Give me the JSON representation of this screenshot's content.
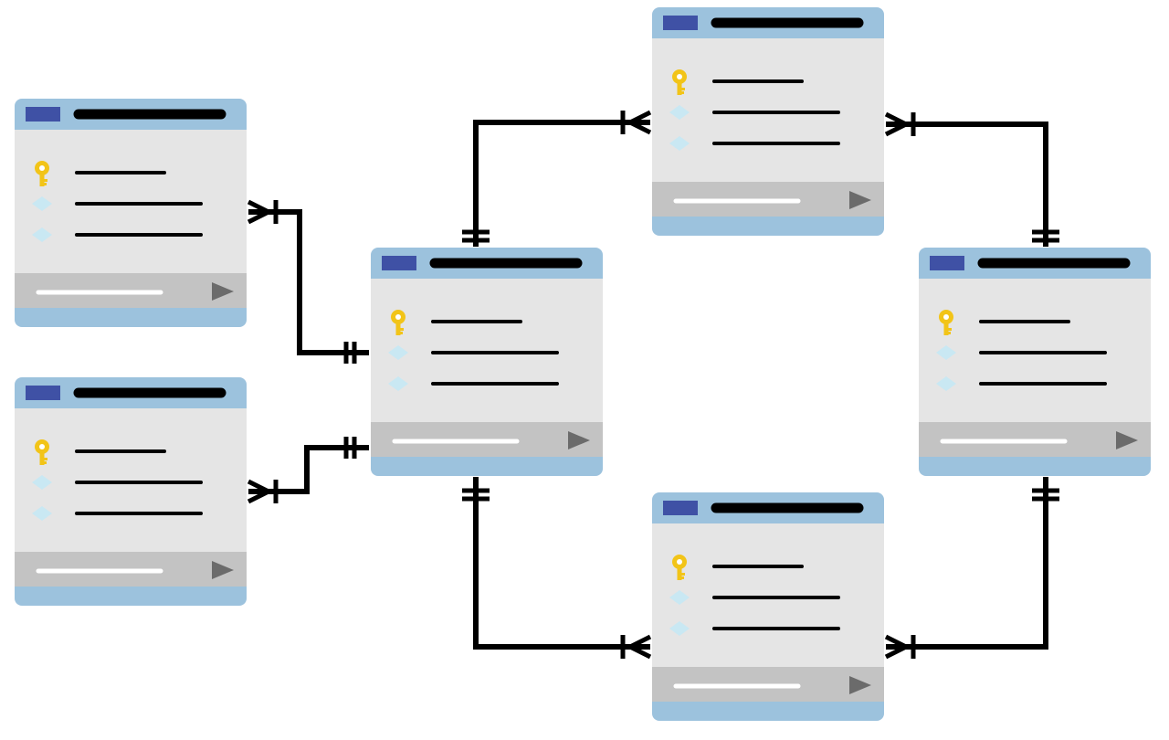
{
  "diagram": {
    "kind": "entity-relationship",
    "colors": {
      "header": "#9cc2dd",
      "body": "#e5e5e5",
      "footer": "#c3c3c3",
      "badge": "#3f51a5",
      "key": "#f2c418",
      "attribute": "#c9e8f3",
      "line": "#000000"
    },
    "entities": [
      {
        "id": "left-top",
        "fields": [
          {
            "icon": "key-icon"
          },
          {
            "icon": "diamond-icon"
          },
          {
            "icon": "diamond-icon"
          }
        ],
        "footer_icon": "play-icon"
      },
      {
        "id": "left-bottom",
        "fields": [
          {
            "icon": "key-icon"
          },
          {
            "icon": "diamond-icon"
          },
          {
            "icon": "diamond-icon"
          }
        ],
        "footer_icon": "play-icon"
      },
      {
        "id": "center",
        "fields": [
          {
            "icon": "key-icon"
          },
          {
            "icon": "diamond-icon"
          },
          {
            "icon": "diamond-icon"
          }
        ],
        "footer_icon": "play-icon"
      },
      {
        "id": "top",
        "fields": [
          {
            "icon": "key-icon"
          },
          {
            "icon": "diamond-icon"
          },
          {
            "icon": "diamond-icon"
          }
        ],
        "footer_icon": "play-icon"
      },
      {
        "id": "right",
        "fields": [
          {
            "icon": "key-icon"
          },
          {
            "icon": "diamond-icon"
          },
          {
            "icon": "diamond-icon"
          }
        ],
        "footer_icon": "play-icon"
      },
      {
        "id": "bottom",
        "fields": [
          {
            "icon": "key-icon"
          },
          {
            "icon": "diamond-icon"
          },
          {
            "icon": "diamond-icon"
          }
        ],
        "footer_icon": "play-icon"
      }
    ],
    "relationships": [
      {
        "from": "left-top",
        "to": "center",
        "from_end": "one-or-many",
        "to_end": "exactly-one"
      },
      {
        "from": "left-bottom",
        "to": "center",
        "from_end": "one-or-many",
        "to_end": "exactly-one"
      },
      {
        "from": "center",
        "to": "top",
        "from_end": "exactly-one",
        "to_end": "one-or-many"
      },
      {
        "from": "center",
        "to": "bottom",
        "from_end": "exactly-one",
        "to_end": "one-or-many"
      },
      {
        "from": "right",
        "to": "top",
        "from_end": "exactly-one",
        "to_end": "one-or-many"
      },
      {
        "from": "right",
        "to": "bottom",
        "from_end": "exactly-one",
        "to_end": "one-or-many"
      }
    ]
  }
}
